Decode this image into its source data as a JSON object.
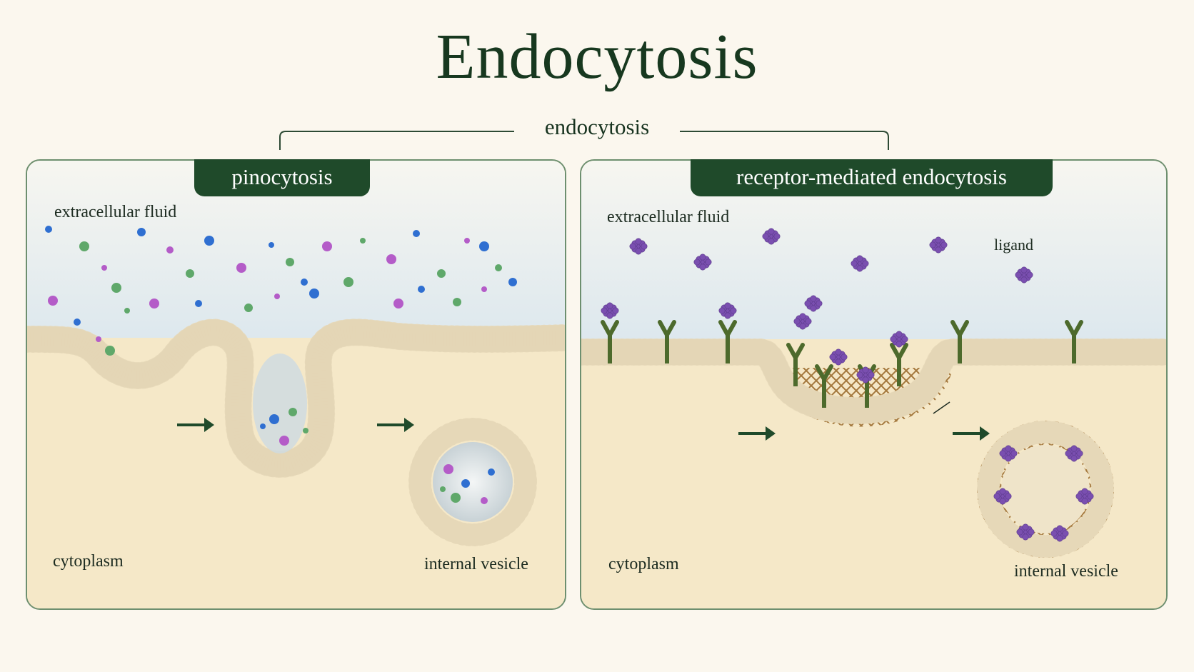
{
  "title": "Endocytosis",
  "bracket": {
    "label": "endocytosis"
  },
  "panels": {
    "pinocytosis": {
      "heading": "pinocytosis",
      "label_extracellular": "extracellular fluid",
      "label_cytoplasm": "cytoplasm",
      "label_vesicle": "internal vesicle"
    },
    "receptor_mediated": {
      "heading": "receptor-mediated endocytosis",
      "label_extracellular": "extracellular fluid",
      "label_ligand": "ligand",
      "label_cytoplasm": "cytoplasm",
      "label_vesicle": "internal vesicle"
    }
  },
  "colors": {
    "accent_dark_green": "#1f4a2a",
    "panel_border": "#6d8f6f",
    "extracellular": "#e4ecef",
    "cytoplasm": "#f5e8c8",
    "membrane_head": "#e8dcc0",
    "membrane_tail": "#c7b48b",
    "receptor": "#4d6a2c",
    "ligand": "#7a4fb0",
    "clathrin": "#9b6b2e",
    "solute_blue": "#2f6fd1",
    "solute_green": "#5fa86a",
    "solute_purple": "#b45cc8"
  }
}
